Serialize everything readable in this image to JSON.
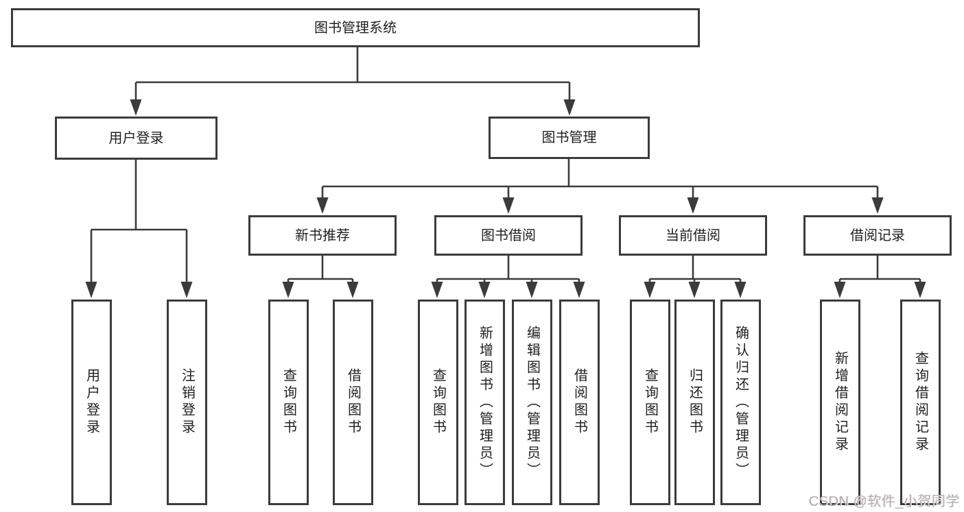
{
  "diagram": {
    "type": "hierarchy-tree",
    "line_color": "#3b3b3b",
    "text_color": "#1f1f1f",
    "background_color": "#ffffff",
    "root": {
      "label": "图书管理系统"
    },
    "branches": [
      {
        "label": "用户登录",
        "leaves": [
          "用户登录",
          "注销登录"
        ]
      },
      {
        "label": "图书管理",
        "groups": [
          {
            "label": "新书推荐",
            "leaves": [
              "查询图书",
              "借阅图书"
            ]
          },
          {
            "label": "图书借阅",
            "leaves": [
              "查询图书",
              "新增图书（管理员）",
              "编辑图书（管理员）",
              "借阅图书"
            ]
          },
          {
            "label": "当前借阅",
            "leaves": [
              "查询图书",
              "归还图书",
              "确认归还（管理员）"
            ]
          },
          {
            "label": "借阅记录",
            "leaves": [
              "新增借阅记录",
              "查询借阅记录"
            ]
          }
        ]
      }
    ]
  },
  "watermark": {
    "text": "CSDN @软件_小贺同学",
    "color": "#b1b1b1"
  }
}
